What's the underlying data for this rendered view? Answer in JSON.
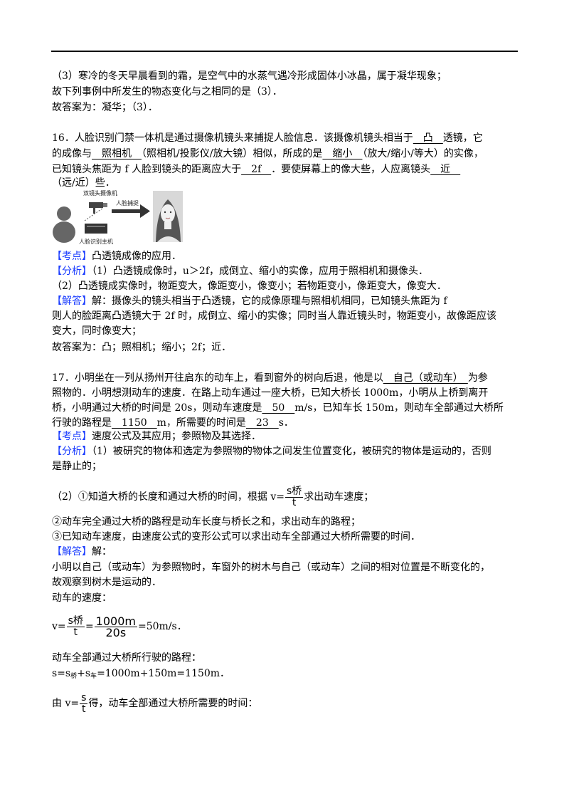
{
  "q15": {
    "l1": "（3）寒冷的冬天早晨看到的霜，是空气中的水蒸气遇冷形成固体小冰晶，属于凝华现象；",
    "l2": "故下列事例中所发生的物态变化与之相同的是（3）．",
    "l3": "故答案为：凝华；（3）．"
  },
  "q16": {
    "l1a": "16．人脸识别门禁一体机是通过摄像机镜头来捕捉人脸信息．该摄像机镜头相当于",
    "b1": "　凸　",
    "l1b": "透镜，它",
    "l2a": "的成像与",
    "b2": "　照相机　",
    "l2b": "（照相机/投影仪/放大镜）相似，所成的是",
    "b3": "　缩小　",
    "l2c": "（放大/缩小/等大）的实像，",
    "l3a": "已知镜头焦距为 f 人脸到镜头的距离应大于",
    "b4": "　2f　",
    "l3b": "．要使屏幕上的像大些，人应离镜头",
    "b5": "　近　",
    "l4": "（远/近）些．",
    "fig_label_top": "双镜头摄像机",
    "fig_label_mid": "人脸捕捉",
    "fig_label_bottom": "人脸识别主机",
    "kd_tag": "【考点】",
    "kd": "凸透镜成像的应用．",
    "fx_tag": "【分析】",
    "fx1": "（1）凸透镜成像时，u＞2f，成倒立、缩小的实像，应用于照相机和摄像头．",
    "fx2": "（2）凸透镜成实像时，物距变大，像距变小，像变小；若物距变小，像距变大，像变大．",
    "jd_tag": "【解答】",
    "jd1": "解：摄像头的镜头相当于凸透镜，它的成像原理与照相机相同，已知镜头焦距为 f",
    "jd2": "则人的脸距离凸透镜大于 2f 时，成倒立、缩小的实像；同时当人靠近镜头时，物距变小，故像距应该",
    "jd3": "变大，同时像变大；",
    "ans": "故答案为：凸；照相机；缩小；2f；近．"
  },
  "q17": {
    "l1a": "17．小明坐在一列从扬州开往启东的动车上，看到窗外的树向后退，他是以",
    "b1": "　自己（或动车）　",
    "l1b": "为参",
    "l2": "照物的．小明想测动车的速度．在路上动车通过一座大桥，已知大桥长 1000m，小明从上桥到离开",
    "l3a": "桥，小明通过大桥的时间是 20s，则动车速度是",
    "b2": "　50　",
    "l3b": "m/s，已知车长 150m，则动车全部通过大桥所",
    "l4a": "行驶的路程是",
    "b3": "　1150　",
    "l4b": "m，所需要的时间是",
    "b4": "　23　",
    "l4c": "s．",
    "kd_tag": "【考点】",
    "kd": "速度公式及其应用；参照物及其选择．",
    "fx_tag": "【分析】",
    "fx1": "（1）被研究的物体和选定为参照物的物体之间发生位置变化，被研究的物体是运动的，否则",
    "fx2": "是静止的；",
    "fx3a": "（2）①知道大桥的长度和通过大桥的时间，根据 v=",
    "fx3_num": "s桥",
    "fx3_den": "t",
    "fx3b": "求出动车速度；",
    "fx4": "②动车完全通过大桥的路程是动车长度与桥长之和，求出动车的路程；",
    "fx5": "③已知动车速度，由速度公式的变形公式可以求出动车全部通过大桥所需要的时间．",
    "jd_tag": "【解答】",
    "jd0": "解：",
    "jd1": "小明以自己（或动车）为参照物时，车窗外的树木与自己（或动车）之间的相对位置是不断变化的，",
    "jd2": "故观察到树木是运动的．",
    "jd3": "动车的速度：",
    "eq1_lhs": "v=",
    "eq1_num1": "s桥",
    "eq1_den1": "t",
    "eq1_eq": "=",
    "eq1_num2": "1000m",
    "eq1_den2": "20s",
    "eq1_rhs": "=50m/s．",
    "jd4": "动车全部通过大桥所行驶的路程：",
    "eq2_a": "s=s",
    "eq2_sub1": "桥",
    "eq2_b": "+s",
    "eq2_sub2": "车",
    "eq2_c": "=1000m+150m=1150m．",
    "jd5a": "由 v=",
    "jd5_num": "s",
    "jd5_den": "t",
    "jd5b": "得，动车全部通过大桥所需要的时间："
  }
}
